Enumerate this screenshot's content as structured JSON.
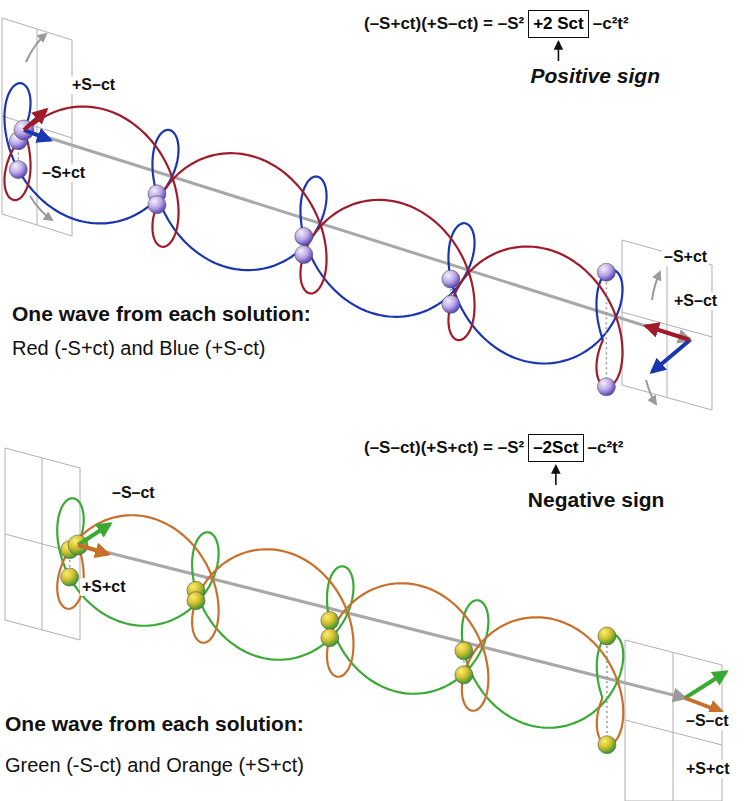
{
  "diagram": {
    "nodes": [
      {
        "text": [
          "+2 Sct"
        ]
      },
      {
        "text": [
          "–2Sct"
        ]
      }
    ],
    "labels": [
      "(–S+ct)(+S–ct) = –S²",
      "–c²t²",
      "Positive sign",
      "+S–ct",
      "–S+ct",
      "–S+ct",
      "+S–ct",
      "One wave from each solution:",
      "Red (-S+ct) and Blue (+S-ct)",
      "(–S–ct)(+S+ct) = –S²",
      "–c²t²",
      "Negative sign",
      "–S–ct",
      "+S+ct",
      "–S–ct",
      "+S+ct",
      "One wave from each solution:",
      "Green (-S-ct) and Orange (+S+ct)"
    ]
  }
}
